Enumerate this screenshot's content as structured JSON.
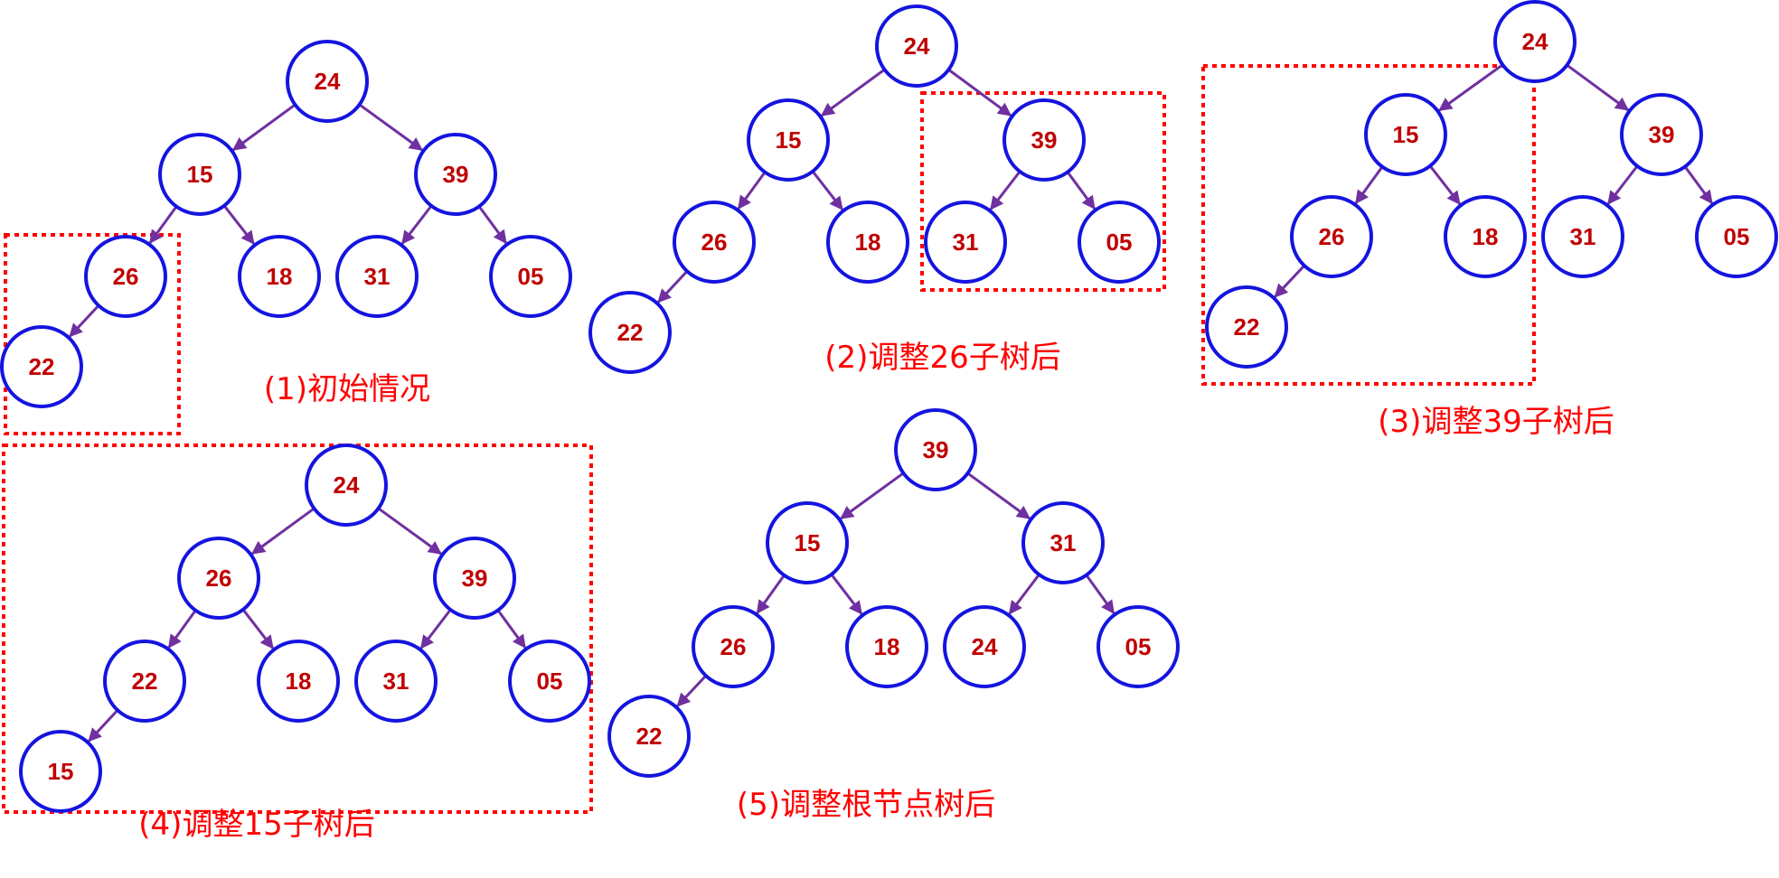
{
  "colors": {
    "node_stroke": "#1414e0",
    "node_text": "#c00000",
    "edge": "#7030a0",
    "caption": "#ff0000",
    "box": "#ff0000"
  },
  "trees": [
    {
      "id": "t1",
      "caption": "(1)初始情况",
      "nodes": [
        {
          "id": "n0",
          "label": "24",
          "parent": null
        },
        {
          "id": "n1",
          "label": "15",
          "parent": "n0"
        },
        {
          "id": "n2",
          "label": "39",
          "parent": "n0"
        },
        {
          "id": "n3",
          "label": "26",
          "parent": "n1"
        },
        {
          "id": "n4",
          "label": "18",
          "parent": "n1"
        },
        {
          "id": "n5",
          "label": "31",
          "parent": "n2"
        },
        {
          "id": "n6",
          "label": "05",
          "parent": "n2"
        },
        {
          "id": "n7",
          "label": "22",
          "parent": "n3"
        }
      ]
    },
    {
      "id": "t2",
      "caption": "(2)调整26子树后",
      "nodes": [
        {
          "id": "n0",
          "label": "24",
          "parent": null
        },
        {
          "id": "n1",
          "label": "15",
          "parent": "n0"
        },
        {
          "id": "n2",
          "label": "39",
          "parent": "n0"
        },
        {
          "id": "n3",
          "label": "26",
          "parent": "n1"
        },
        {
          "id": "n4",
          "label": "18",
          "parent": "n1"
        },
        {
          "id": "n5",
          "label": "31",
          "parent": "n2"
        },
        {
          "id": "n6",
          "label": "05",
          "parent": "n2"
        },
        {
          "id": "n7",
          "label": "22",
          "parent": "n3"
        }
      ]
    },
    {
      "id": "t3",
      "caption": "(3)调整39子树后",
      "nodes": [
        {
          "id": "n0",
          "label": "24",
          "parent": null
        },
        {
          "id": "n1",
          "label": "15",
          "parent": "n0"
        },
        {
          "id": "n2",
          "label": "39",
          "parent": "n0"
        },
        {
          "id": "n3",
          "label": "26",
          "parent": "n1"
        },
        {
          "id": "n4",
          "label": "18",
          "parent": "n1"
        },
        {
          "id": "n5",
          "label": "31",
          "parent": "n2"
        },
        {
          "id": "n6",
          "label": "05",
          "parent": "n2"
        },
        {
          "id": "n7",
          "label": "22",
          "parent": "n3"
        }
      ]
    },
    {
      "id": "t4",
      "caption": "(4)调整15子树后",
      "nodes": [
        {
          "id": "n0",
          "label": "24",
          "parent": null
        },
        {
          "id": "n1",
          "label": "26",
          "parent": "n0"
        },
        {
          "id": "n2",
          "label": "39",
          "parent": "n0"
        },
        {
          "id": "n3",
          "label": "22",
          "parent": "n1"
        },
        {
          "id": "n4",
          "label": "18",
          "parent": "n1"
        },
        {
          "id": "n5",
          "label": "31",
          "parent": "n2"
        },
        {
          "id": "n6",
          "label": "05",
          "parent": "n2"
        },
        {
          "id": "n7",
          "label": "15",
          "parent": "n3"
        }
      ]
    },
    {
      "id": "t5",
      "caption": "(5)调整根节点树后",
      "nodes": [
        {
          "id": "n0",
          "label": "39",
          "parent": null
        },
        {
          "id": "n1",
          "label": "15",
          "parent": "n0"
        },
        {
          "id": "n2",
          "label": "31",
          "parent": "n0"
        },
        {
          "id": "n3",
          "label": "26",
          "parent": "n1"
        },
        {
          "id": "n4",
          "label": "18",
          "parent": "n1"
        },
        {
          "id": "n5",
          "label": "24",
          "parent": "n2"
        },
        {
          "id": "n6",
          "label": "05",
          "parent": "n2"
        },
        {
          "id": "n7",
          "label": "22",
          "parent": "n3"
        }
      ]
    }
  ]
}
